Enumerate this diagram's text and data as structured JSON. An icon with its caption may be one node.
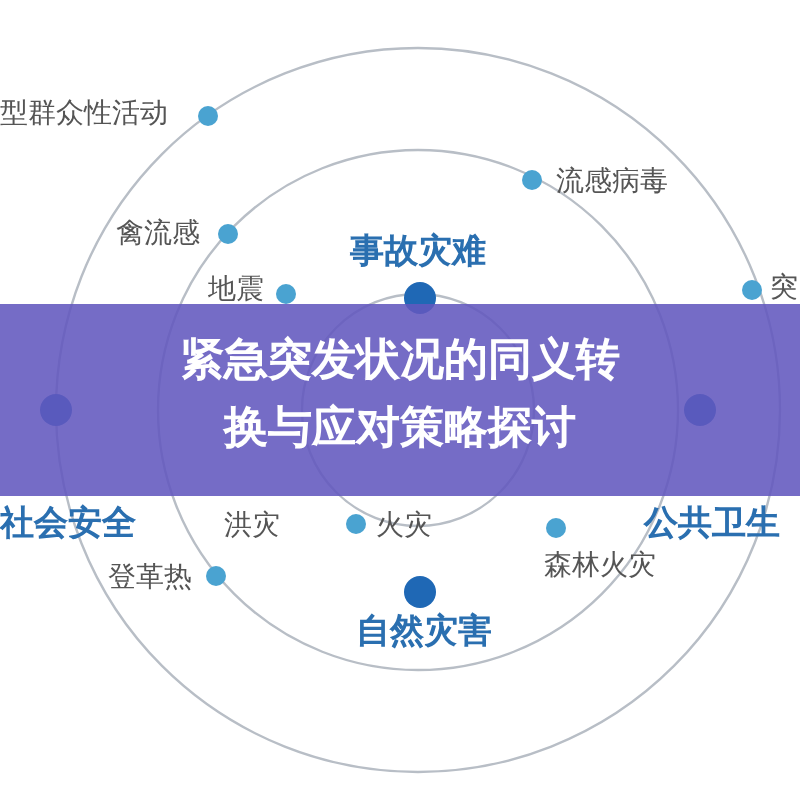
{
  "diagram": {
    "title": "紧急突发状况的同义转换与应对策略探讨",
    "labels": [
      "型群众性活动",
      "流感病毒",
      "禽流感",
      "事故灾难",
      "地震",
      "突",
      "社会安全",
      "洪灾",
      "火灾",
      "公共卫生",
      "森林火灾",
      "登革热",
      "自然灾害"
    ]
  }
}
